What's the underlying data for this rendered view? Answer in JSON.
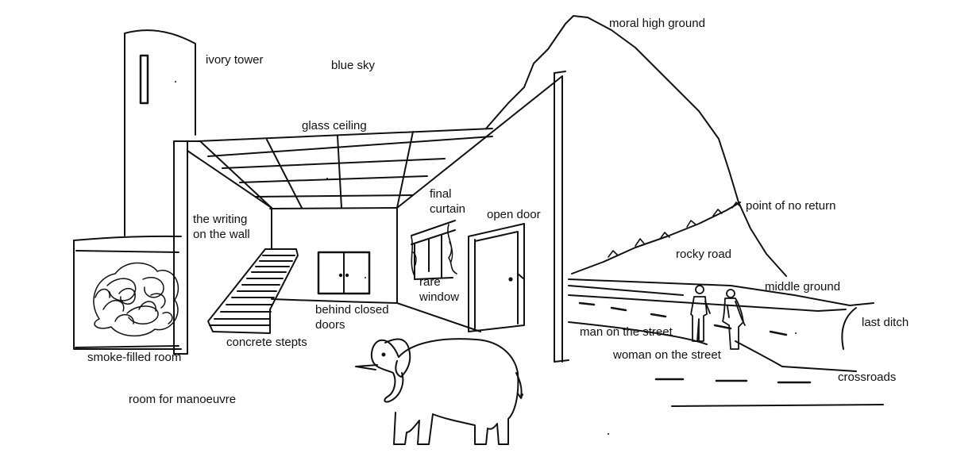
{
  "colors": {
    "ink": "#111111",
    "paper": "#ffffff"
  },
  "labels": {
    "ivory_tower": "ivory tower",
    "blue_sky": "blue sky",
    "moral_high_ground": "moral high ground",
    "glass_ceiling": "glass ceiling",
    "writing_on_wall_1": "the writing",
    "writing_on_wall_2": "on the wall",
    "final_curtain_1": "final",
    "final_curtain_2": "curtain",
    "open_door": "open door",
    "point_of_no_return": "point of no return",
    "rocky_road": "rocky road",
    "middle_ground": "middle ground",
    "rare_window_1": "rare",
    "rare_window_2": "window",
    "behind_closed_doors_1": "behind closed",
    "behind_closed_doors_2": "doors",
    "last_ditch": "last ditch",
    "man_on_street": "man on the street",
    "woman_on_street": "woman on the street",
    "concrete_steps": "concrete stepts",
    "smoke_filled_room": "smoke-filled room",
    "crossroads": "crossroads",
    "room_for_manoeuvre": "room for manoeuvre"
  }
}
